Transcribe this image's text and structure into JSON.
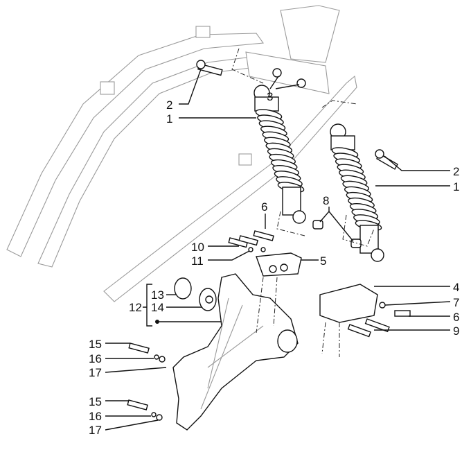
{
  "diagram": {
    "callouts": [
      {
        "id": "c2a",
        "text": "2"
      },
      {
        "id": "c1a",
        "text": "1"
      },
      {
        "id": "c3",
        "text": "3"
      },
      {
        "id": "c2b",
        "text": "2"
      },
      {
        "id": "c1b",
        "text": "1"
      },
      {
        "id": "c6a",
        "text": "6"
      },
      {
        "id": "c8",
        "text": "8"
      },
      {
        "id": "c10",
        "text": "10"
      },
      {
        "id": "c11",
        "text": "11"
      },
      {
        "id": "c5",
        "text": "5"
      },
      {
        "id": "c4",
        "text": "4"
      },
      {
        "id": "c7",
        "text": "7"
      },
      {
        "id": "c6b",
        "text": "6"
      },
      {
        "id": "c9",
        "text": "9"
      },
      {
        "id": "c13",
        "text": "13"
      },
      {
        "id": "c12",
        "text": "12"
      },
      {
        "id": "c14",
        "text": "14"
      },
      {
        "id": "c15a",
        "text": "15"
      },
      {
        "id": "c16a",
        "text": "16"
      },
      {
        "id": "c17a",
        "text": "17"
      },
      {
        "id": "c15b",
        "text": "15"
      },
      {
        "id": "c16b",
        "text": "16"
      },
      {
        "id": "c17b",
        "text": "17"
      }
    ]
  }
}
